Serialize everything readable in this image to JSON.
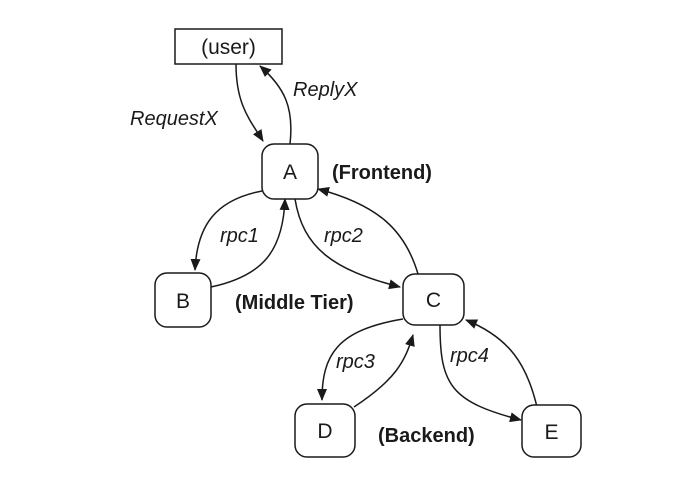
{
  "nodes": {
    "user": "(user)",
    "a": "A",
    "b": "B",
    "c": "C",
    "d": "D",
    "e": "E"
  },
  "edges": {
    "request": "RequestX",
    "reply": "ReplyX",
    "rpc1": "rpc1",
    "rpc2": "rpc2",
    "rpc3": "rpc3",
    "rpc4": "rpc4"
  },
  "tiers": {
    "frontend": "(Frontend)",
    "middle": "(Middle Tier)",
    "backend": "(Backend)"
  }
}
